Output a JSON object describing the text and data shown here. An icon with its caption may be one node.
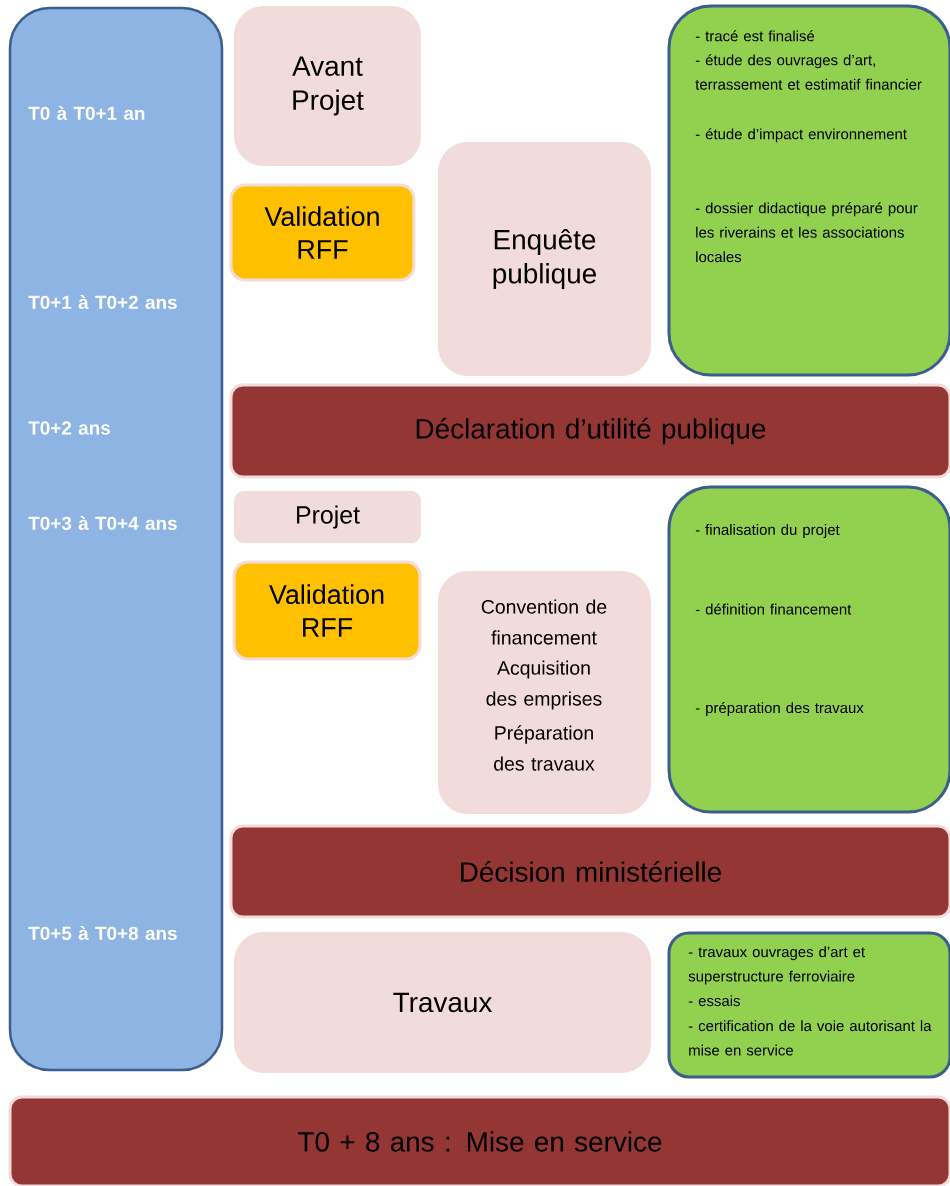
{
  "diagram": {
    "nodes": [
      {
        "text": [
          "T0 à T0+1  an",
          "T0+1 à T0+2 ans",
          "T0+2 ans",
          "T0+3 à T0+4 ans",
          "T0+5 à T0+8 ans"
        ]
      },
      {
        "text": [
          "Avant Projet"
        ]
      },
      {
        "text": [
          "Validation RFF"
        ]
      },
      {
        "text": [
          "Enquête publique"
        ]
      },
      {
        "text": [
          "- tracé est finalisé",
          "- étude des ouvrages d’art, terrassement et estimatif financier",
          "- étude d’impact environnement",
          "- dossier didactique préparé pour les riverains et les associations locales"
        ]
      },
      {
        "text": [
          "Déclaration d’utilité publique"
        ]
      },
      {
        "text": [
          "Projet"
        ]
      },
      {
        "text": [
          "Validation RFF"
        ]
      },
      {
        "text": [
          "Convention de financement",
          "Acquisition des emprises",
          "Préparation des travaux"
        ]
      },
      {
        "text": [
          "- finalisation du projet",
          "- définition financement",
          "- préparation des travaux"
        ]
      },
      {
        "text": [
          "Décision ministérielle"
        ]
      },
      {
        "text": [
          "Travaux"
        ]
      },
      {
        "text": [
          "- travaux ouvrages d’art et superstructure ferroviaire",
          "- essais",
          "- certification de la voie autorisant la mise en service"
        ]
      },
      {
        "text": [
          "T0 + 8 ans : Mise en service"
        ]
      }
    ]
  }
}
